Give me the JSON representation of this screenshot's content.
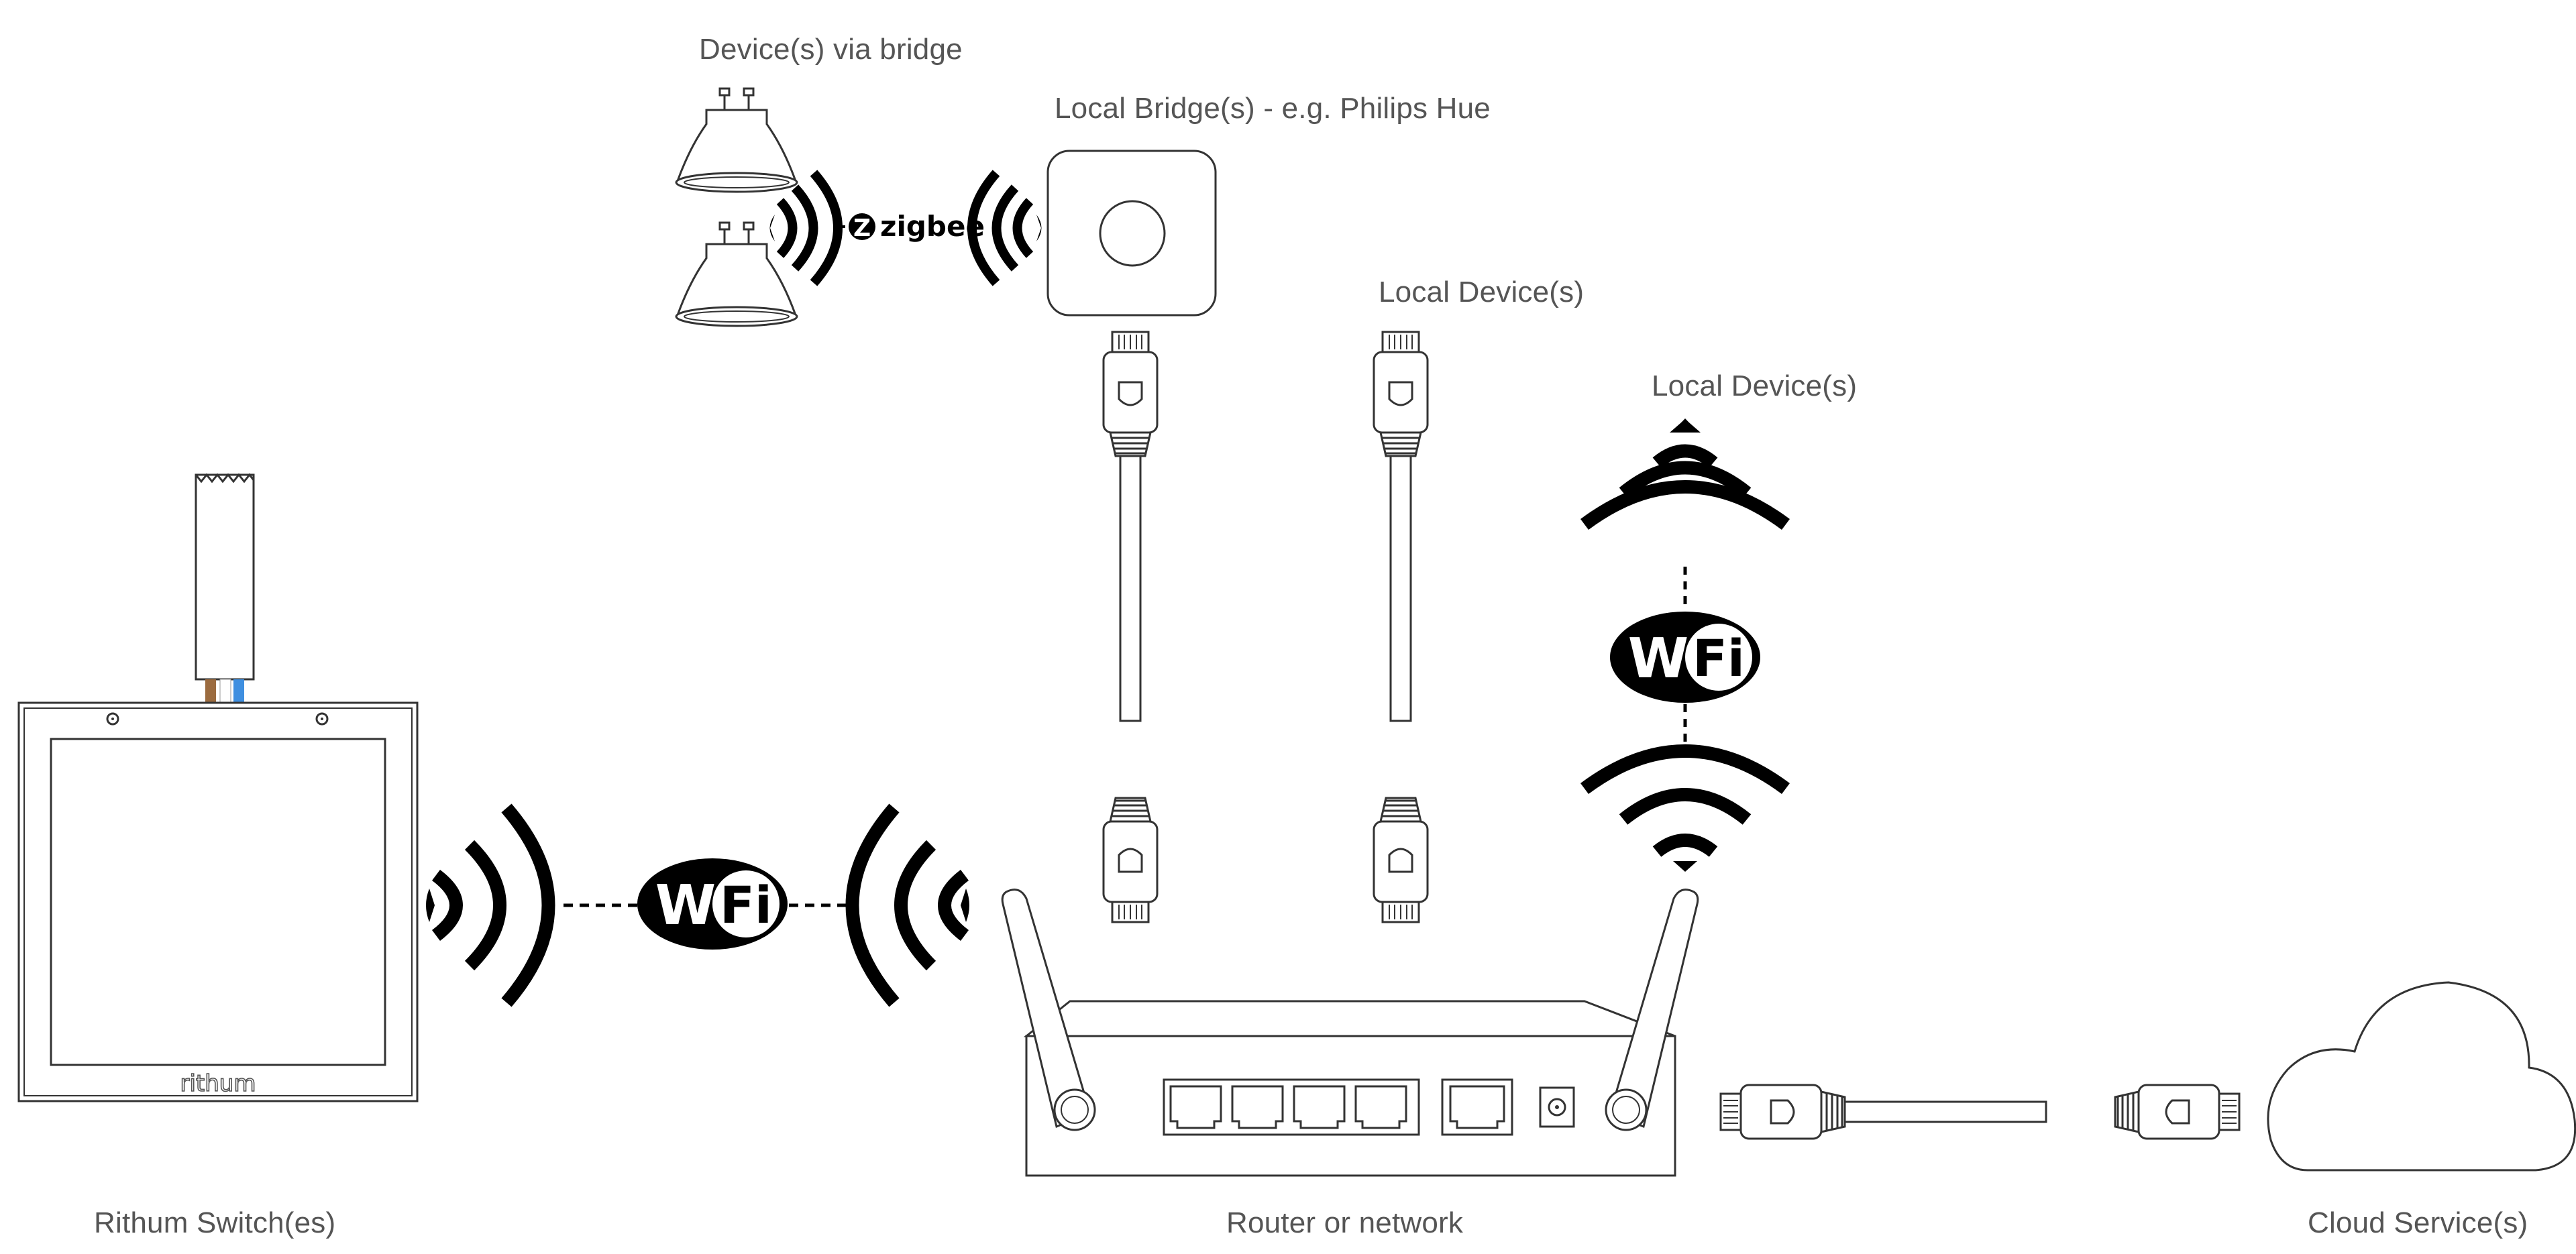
{
  "labels": {
    "devices_via_bridge": "Device(s) via bridge",
    "local_bridge": "Local Bridge(s) - e.g. Philips Hue",
    "local_devices_wired": "Local Device(s)",
    "local_devices_wireless": "Local Device(s)",
    "rithum_switches": "Rithum Switch(es)",
    "router": "Router or network",
    "cloud": "Cloud Service(s)"
  },
  "badges": {
    "wifi_left_w": "W",
    "wifi_left_fi": "Fi",
    "wifi_right_w": "W",
    "wifi_right_fi": "Fi",
    "zigbee": "zigbee",
    "zigbee_mark": "Z"
  },
  "brand": {
    "switch_logo": "rithum"
  },
  "colors": {
    "stroke": "#333333",
    "text": "#555555",
    "wire_brown": "#9b6b3f",
    "wire_blue": "#3f8fe0"
  }
}
